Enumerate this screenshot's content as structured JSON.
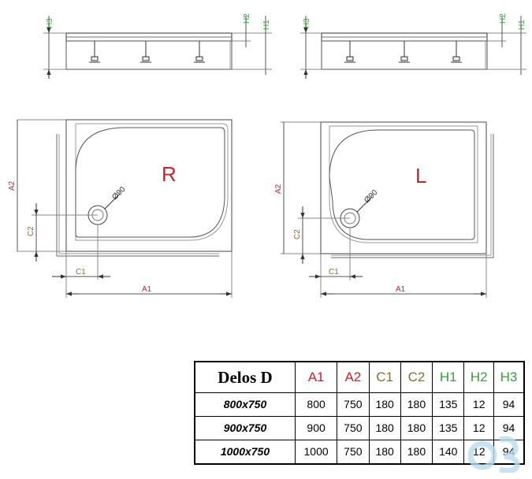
{
  "labels": {
    "h1": "H1",
    "h2": "H2",
    "h3": "H3",
    "a1": "A1",
    "a2": "A2",
    "c1": "C1",
    "c2": "C2",
    "drain": "Ø90",
    "right": "R",
    "left": "L"
  },
  "colors": {
    "a_dims": "#cc2027",
    "c_dims": "#8a6d2a",
    "h_dims": "#39a03a",
    "big_letters": "#cc2027"
  },
  "table": {
    "title": "Delos D",
    "headers": [
      "A1",
      "A2",
      "C1",
      "C2",
      "H1",
      "H2",
      "H3"
    ],
    "rows": [
      {
        "size": "800x750",
        "values": [
          "800",
          "750",
          "180",
          "180",
          "135",
          "12",
          "94"
        ]
      },
      {
        "size": "900x750",
        "values": [
          "900",
          "750",
          "180",
          "180",
          "135",
          "12",
          "94"
        ]
      },
      {
        "size": "1000x750",
        "values": [
          "1000",
          "750",
          "180",
          "180",
          "140",
          "12",
          "94"
        ]
      }
    ]
  },
  "watermark": {
    "icon": "brand-logo-icon"
  }
}
